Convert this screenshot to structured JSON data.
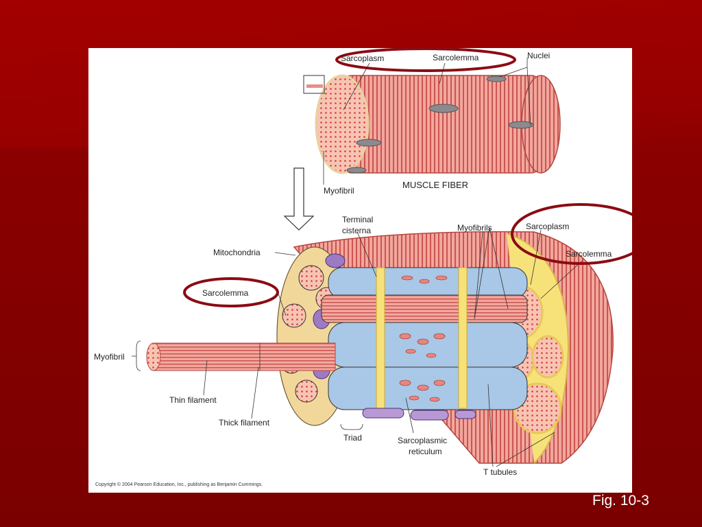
{
  "slide": {
    "figure_ref": "Fig. 10-3",
    "background_color": "#8b0000"
  },
  "diagram": {
    "top": {
      "labels": {
        "sarcoplasm": "Sarcoplasm",
        "sarcolemma": "Sarcolemma",
        "nuclei": "Nuclei",
        "myofibril": "Myofibril",
        "title": "MUSCLE FIBER"
      }
    },
    "bottom": {
      "labels": {
        "terminal_cisterna": "Terminal\ncisterna",
        "terminal_cisterna_line1": "Terminal",
        "terminal_cisterna_line2": "cisterna",
        "myofibrils": "Myofibrils",
        "sarcoplasm": "Sarcoplasm",
        "sarcolemma_right": "Sarcolemma",
        "mitochondria": "Mitochondria",
        "sarcolemma_left": "Sarcolemma",
        "myofibril": "Myofibril",
        "thin_filament": "Thin filament",
        "thick_filament": "Thick filament",
        "triad": "Triad",
        "sr_line1": "Sarcoplasmic",
        "sr_line2": "reticulum",
        "t_tubules": "T tubules"
      }
    },
    "copyright": "Copyright © 2004 Pearson Education, Inc., publishing as Benjamin Cummings.",
    "highlight_color": "#8b0b12"
  }
}
